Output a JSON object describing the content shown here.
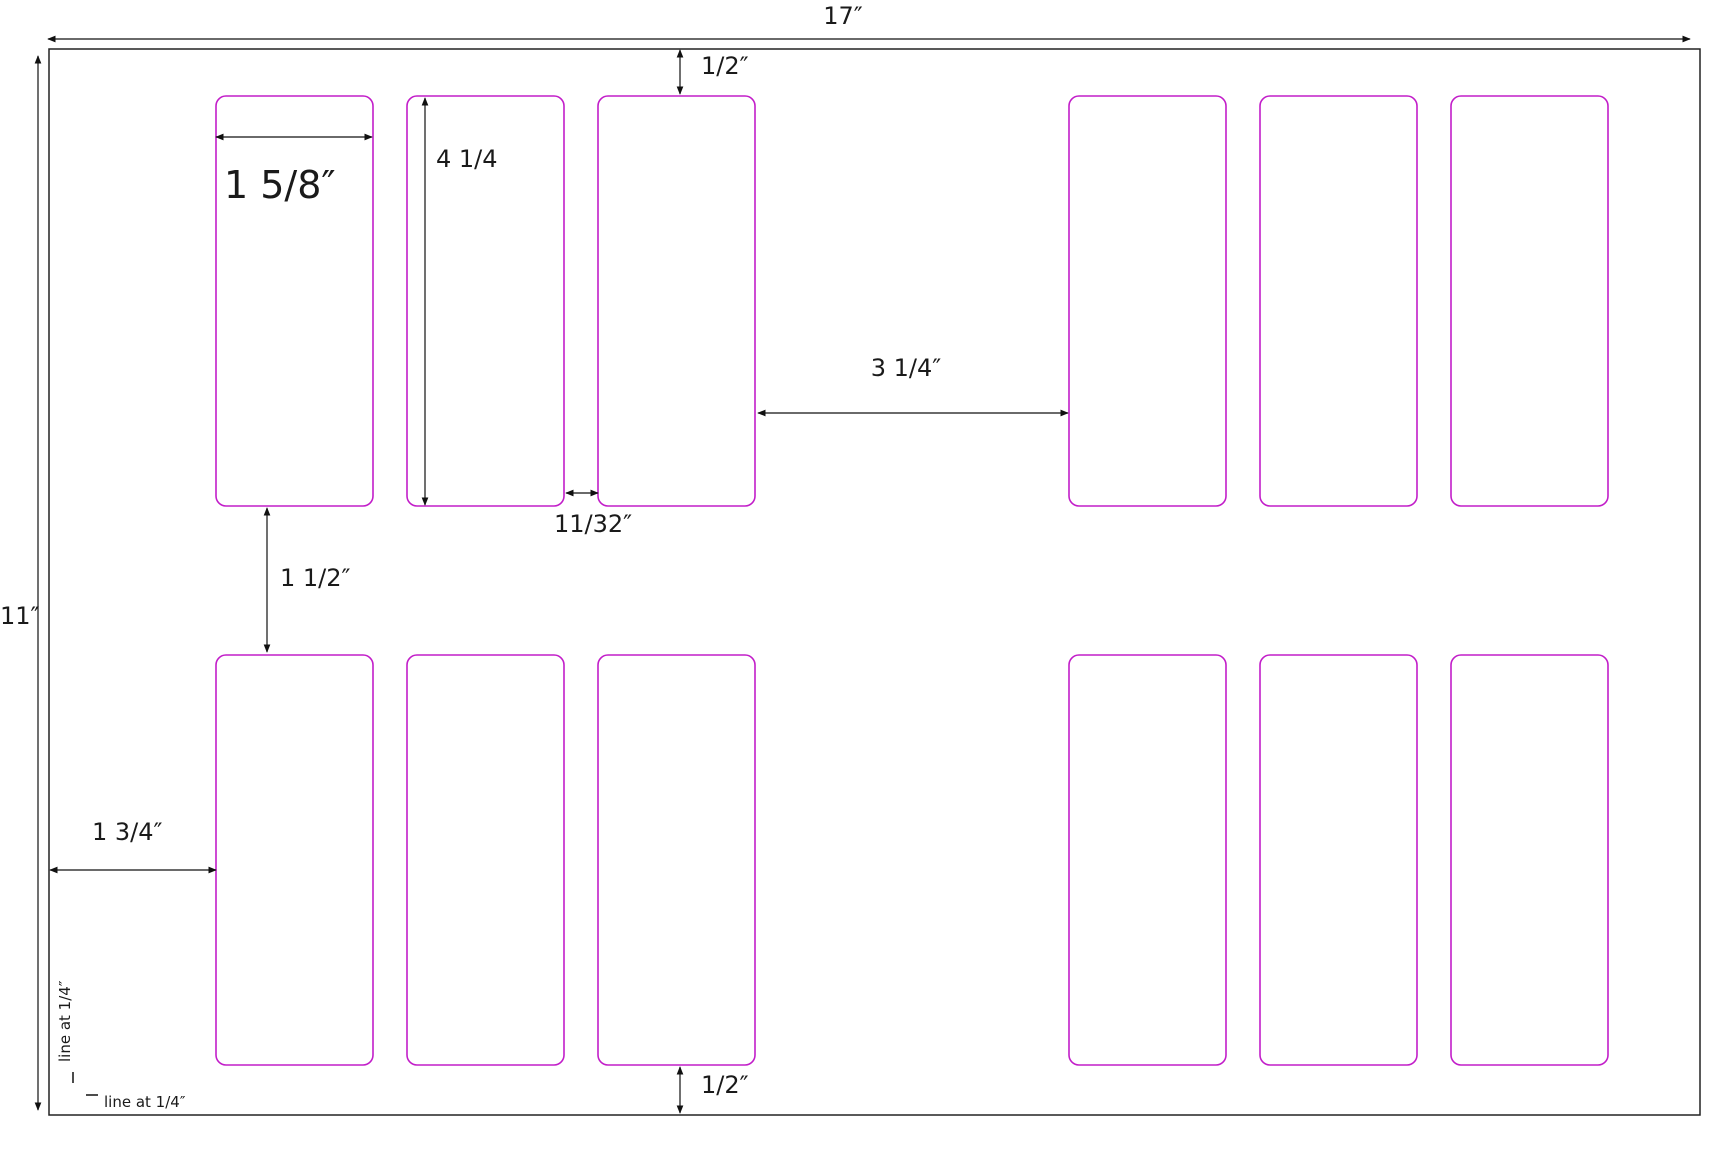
{
  "dimensions": {
    "sheet_width": "17″",
    "sheet_height": "11″",
    "label_width": "1 5/8″",
    "label_height": "4 1/4",
    "top_margin": "1/2″",
    "bottom_margin": "1/2″",
    "column_gap": "11/32″",
    "center_gap": "3 1/4″",
    "row_gap": "1 1/2″",
    "left_margin": "1 3/4″"
  },
  "notes": {
    "vertical_note": "line at 1/4″",
    "horizontal_note": "line at 1/4″"
  },
  "colors": {
    "label_outline": "#c21ec9",
    "sheet_outline": "#222222",
    "dimension_line": "#111111"
  },
  "layout": {
    "rows": 2,
    "columns_per_group": 3,
    "groups": 2
  }
}
